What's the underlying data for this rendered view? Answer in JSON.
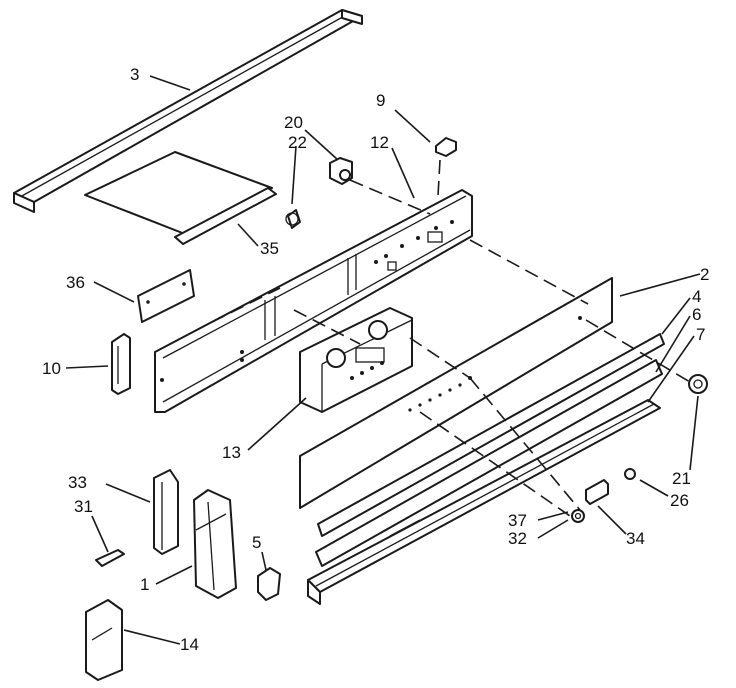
{
  "diagram": {
    "colors": {
      "line": "#1a1a1a",
      "background": "#ffffff"
    },
    "callouts": [
      {
        "id": "c3",
        "label": "3"
      },
      {
        "id": "c20",
        "label": "20"
      },
      {
        "id": "c22",
        "label": "22"
      },
      {
        "id": "c9",
        "label": "9"
      },
      {
        "id": "c12",
        "label": "12"
      },
      {
        "id": "c35",
        "label": "35"
      },
      {
        "id": "c36",
        "label": "36"
      },
      {
        "id": "c10",
        "label": "10"
      },
      {
        "id": "c2",
        "label": "2"
      },
      {
        "id": "c4",
        "label": "4"
      },
      {
        "id": "c6",
        "label": "6"
      },
      {
        "id": "c7",
        "label": "7"
      },
      {
        "id": "c13",
        "label": "13"
      },
      {
        "id": "c21",
        "label": "21"
      },
      {
        "id": "c26",
        "label": "26"
      },
      {
        "id": "c33",
        "label": "33"
      },
      {
        "id": "c31",
        "label": "31"
      },
      {
        "id": "c37",
        "label": "37"
      },
      {
        "id": "c32",
        "label": "32"
      },
      {
        "id": "c34",
        "label": "34"
      },
      {
        "id": "c5",
        "label": "5"
      },
      {
        "id": "c1",
        "label": "1"
      },
      {
        "id": "c14",
        "label": "14"
      }
    ]
  }
}
